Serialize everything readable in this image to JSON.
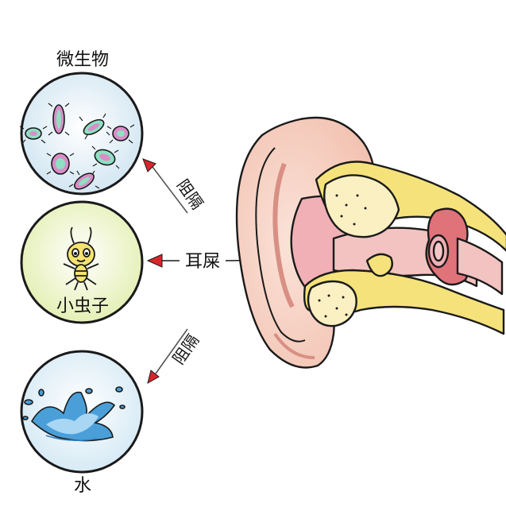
{
  "labels": {
    "microbes": "微生物",
    "insect": "小虫子",
    "water": "水",
    "earwax": "耳屎",
    "block_top": "阻隔",
    "block_bottom": "阻隔"
  },
  "colors": {
    "outline": "#1a1a1a",
    "arrow_red": "#d8262b",
    "skin": "#f6d2c4",
    "skin_dark": "#e59f93",
    "canal_pink": "#f0b0b5",
    "bone_yellow": "#f5e27a",
    "bone_pale": "#fbf0c2",
    "drum_red": "#e0727a",
    "microbe_bg": "#e3f0f8",
    "insect_bg": "#eef4c9",
    "water_bg": "#e8f3f9",
    "microbe_pink": "#d98ec8",
    "microbe_green": "#8fe0c2",
    "insect_yellow": "#f5e36e",
    "water_blue": "#4a9fd8"
  },
  "icons": [
    "microbe-icon",
    "insect-icon",
    "water-splash-icon",
    "ear-icon",
    "arrow-icon"
  ]
}
